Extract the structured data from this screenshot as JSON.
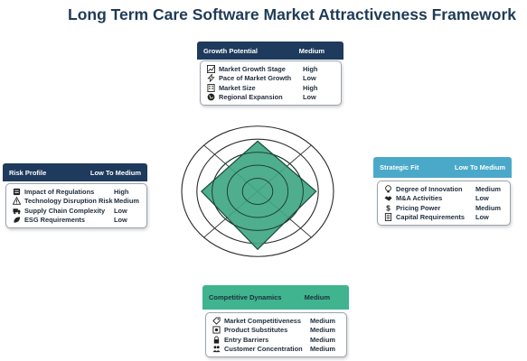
{
  "title": "Long Term Care Software Market Attractiveness Framework",
  "colors": {
    "navy": "#1e3a5c",
    "sky": "#4aa9c9",
    "teal": "#3fb48e",
    "radar_fill": "#3fa783"
  },
  "panels": {
    "growth": {
      "title": "Growth Potential",
      "rating": "Medium",
      "items": [
        {
          "icon": "trend-chart-icon",
          "label": "Market Growth Stage",
          "value": "High"
        },
        {
          "icon": "lightning-icon",
          "label": "Pace of Market Growth",
          "value": "Low"
        },
        {
          "icon": "building-icon",
          "label": "Market Size",
          "value": "High"
        },
        {
          "icon": "globe-icon",
          "label": "Regional Expansion",
          "value": "Low"
        }
      ]
    },
    "risk": {
      "title": "Risk Profile",
      "rating": "Low To Medium",
      "items": [
        {
          "icon": "regulation-icon",
          "label": "Impact of Regulations",
          "value": "High"
        },
        {
          "icon": "warning-icon",
          "label": "Technology Disruption Risk",
          "value": "Medium"
        },
        {
          "icon": "truck-icon",
          "label": "Supply Chain Complexity",
          "value": "Low"
        },
        {
          "icon": "leaf-icon",
          "label": "ESG Requirements",
          "value": "Low"
        }
      ]
    },
    "strategic": {
      "title": "Strategic Fit",
      "rating": "Low To Medium",
      "items": [
        {
          "icon": "lightbulb-icon",
          "label": "Degree of Innovation",
          "value": "Medium"
        },
        {
          "icon": "handshake-icon",
          "label": "M&A Activities",
          "value": "Low"
        },
        {
          "icon": "dollar-icon",
          "label": "Pricing Power",
          "value": "Medium"
        },
        {
          "icon": "document-icon",
          "label": "Capital Requirements",
          "value": "Low"
        }
      ]
    },
    "competitive": {
      "title": "Competitive Dynamics",
      "rating": "Medium",
      "items": [
        {
          "icon": "tag-icon",
          "label": "Market Competitiveness",
          "value": "Medium"
        },
        {
          "icon": "box-icon",
          "label": "Product Substitutes",
          "value": "Medium"
        },
        {
          "icon": "lock-icon",
          "label": "Entry Barriers",
          "value": "Medium"
        },
        {
          "icon": "people-icon",
          "label": "Customer Concentration",
          "value": "Medium"
        }
      ]
    }
  },
  "radar": {
    "rings": 5,
    "axes": [
      "Growth Potential",
      "Strategic Fit",
      "Competitive Dynamics",
      "Risk Profile"
    ],
    "levels": [
      0.77,
      0.77,
      0.89,
      0.74
    ]
  }
}
